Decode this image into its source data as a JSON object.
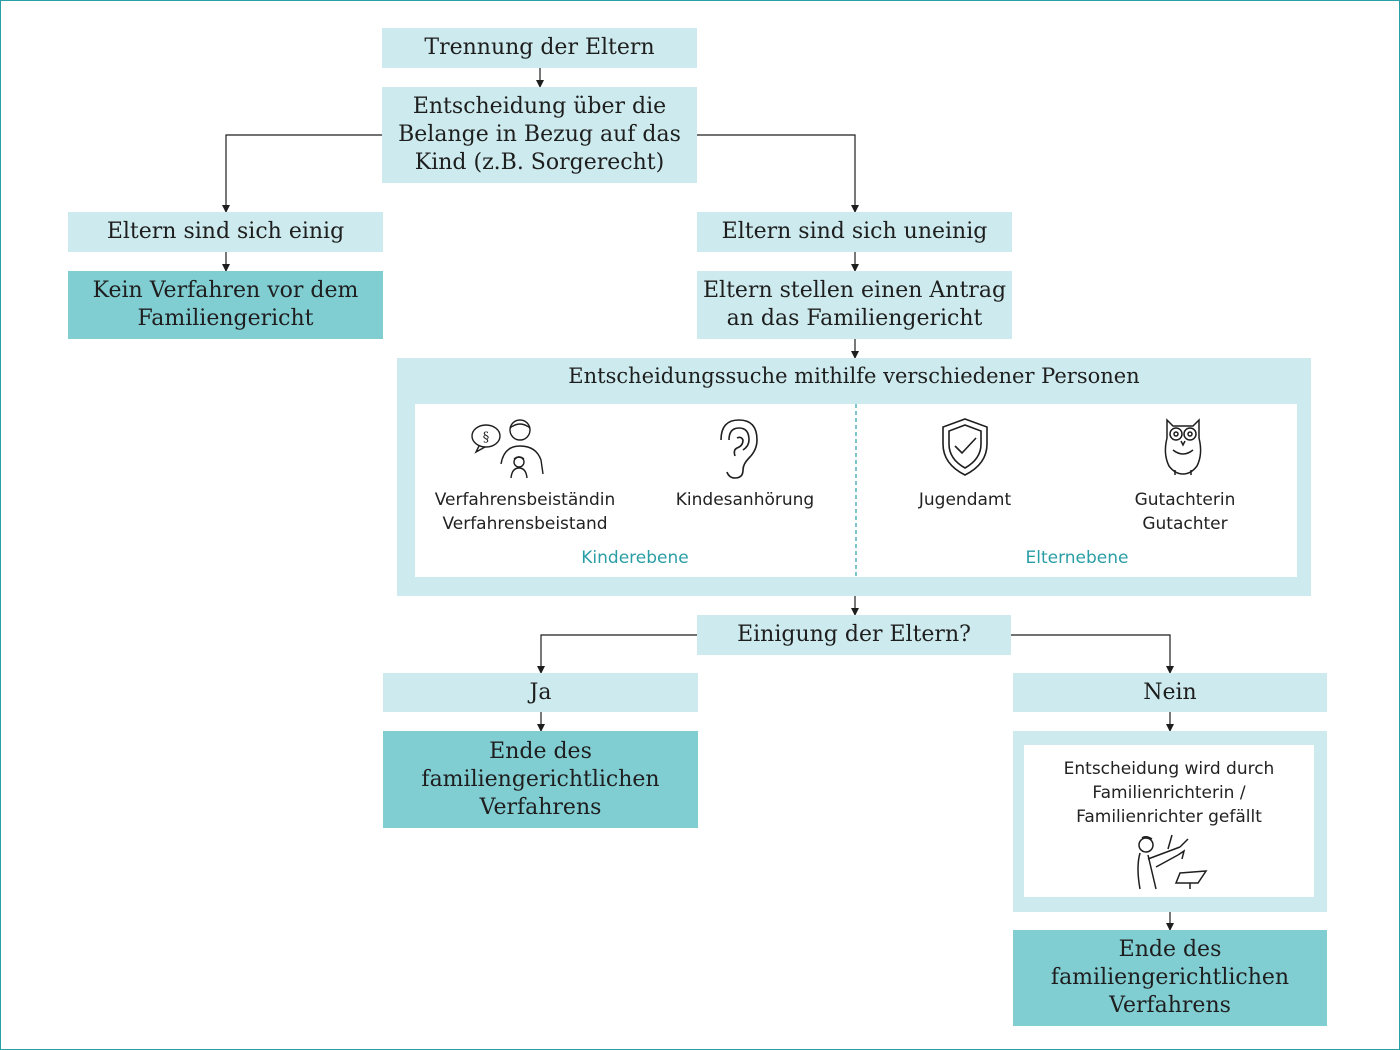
{
  "nodes": {
    "trennung": "Trennung der Eltern",
    "entscheidung": "Entscheidung über die\nBelange in Bezug auf das\nKind (z.B. Sorgerecht)",
    "einig": "Eltern sind sich einig",
    "uneinig": "Eltern sind sich uneinig",
    "kein_verfahren": "Kein Verfahren vor dem\nFamiliengericht",
    "antrag": "Eltern stellen einen Antrag\nan das Familiengericht",
    "einigung": "Einigung der Eltern?",
    "ja": "Ja",
    "nein": "Nein",
    "ende_ja": "Ende des\nfamiliengerichtlichen\nVerfahrens",
    "ende_nein": "Ende des\nfamiliengerichtlichen\nVerfahrens"
  },
  "search_panel": {
    "title": "Entscheidungssuche  mithilfe verschiedener Personen",
    "persons": [
      {
        "label": "Verfahrensbeiständin\nVerfahrensbeistand",
        "icon": "child-advocate-icon"
      },
      {
        "label": "Kindesanhörung",
        "icon": "ear-icon"
      },
      {
        "label": "Jugendamt",
        "icon": "shield-check-icon"
      },
      {
        "label": "Gutachterin\nGutachter",
        "icon": "owl-icon"
      }
    ],
    "levels": {
      "child": "Kinderebene",
      "parent": "Elternebene"
    }
  },
  "judge_panel": {
    "text": "Entscheidung wird durch\nFamilienrichterin /\nFamilienrichter gefällt",
    "icon": "judge-icon"
  },
  "colors": {
    "light": "#cdebee",
    "dark": "#80cdd2",
    "accent": "#2a9ea5",
    "line": "#1e1e1e"
  }
}
